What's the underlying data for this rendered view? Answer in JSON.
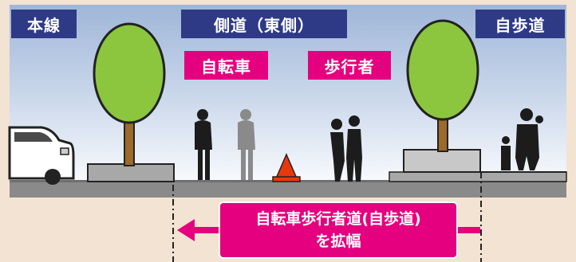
{
  "labels": {
    "main_road": "本線",
    "side_road": "側道（東側）",
    "sidewalk": "自歩道",
    "bicycle": "自転車",
    "pedestrian": "歩行者"
  },
  "callout": {
    "line1": "自転車歩行者道(自歩道)",
    "line2": "を拡幅"
  },
  "colors": {
    "navy": "#2e3a86",
    "magenta": "#e5007f",
    "tree_green": "#8cc63f",
    "trunk": "#9c6a2a",
    "road_gray": "#8a8a8a",
    "cone_orange": "#e8380d"
  },
  "icons": [
    "car-icon",
    "tree-icon",
    "cyclist-icon",
    "pedestrian-icon",
    "traffic-cone-icon",
    "arrow-left-icon"
  ]
}
